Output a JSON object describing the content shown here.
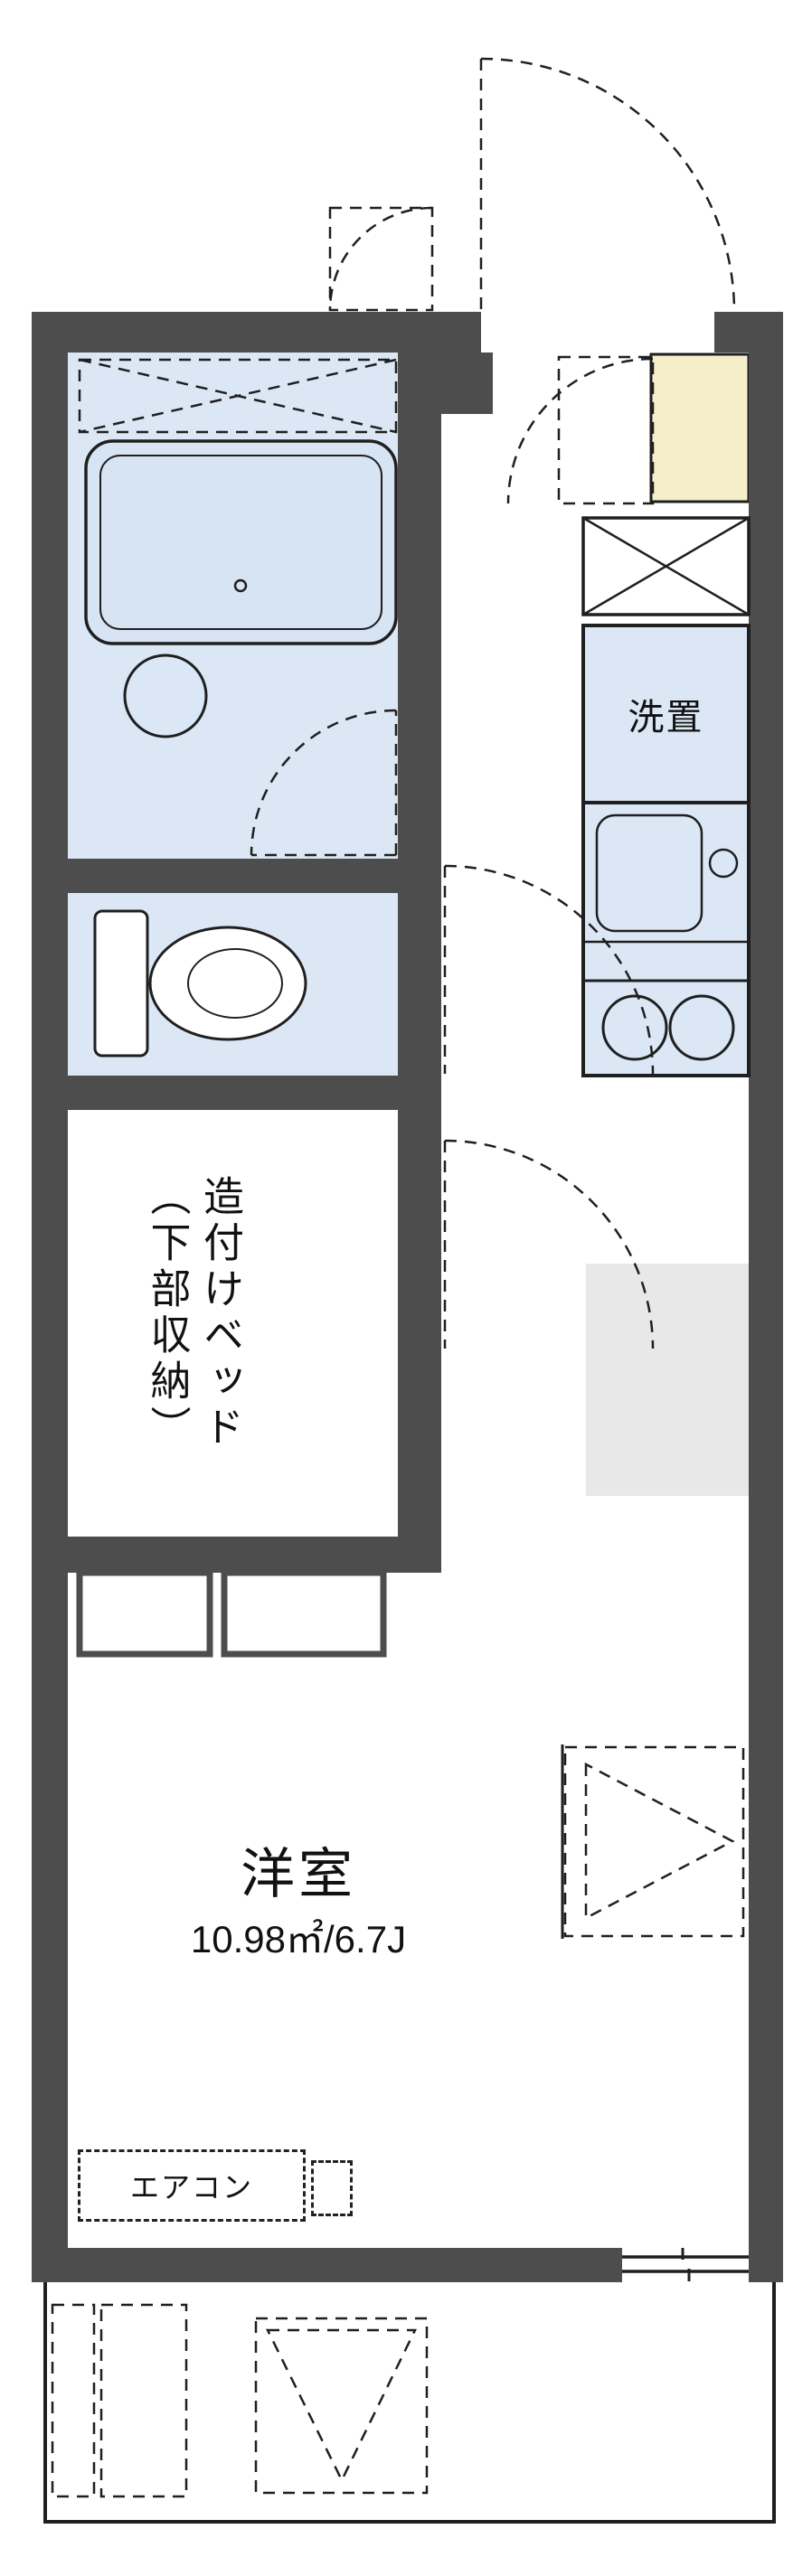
{
  "colors": {
    "wall": "#4d4d4d",
    "line": "#1f1f1f",
    "fixture_fill": "#dbe7f5",
    "tub_fill": "#d7e4f3",
    "genkan_fill": "#f6eecb",
    "gray_fill": "#e8e8e8",
    "bg": "#ffffff",
    "text": "#111111"
  },
  "labels": {
    "laundry": "洗置",
    "built_in_bed": "造付けベッド（下部収納）",
    "room_name": "洋室",
    "room_size": "10.98㎡/6.7J",
    "air_conditioner": "エアコン"
  },
  "icons": {
    "bathtub": "bathtub-icon",
    "wash_stool": "wash-stool-icon",
    "toilet": "toilet-bowl-icon",
    "sink": "sink-basin-icon",
    "faucet": "faucet-icon",
    "stove": "stove-icon",
    "bed": "bed-icon",
    "door_swing": "door-swing-arc"
  }
}
